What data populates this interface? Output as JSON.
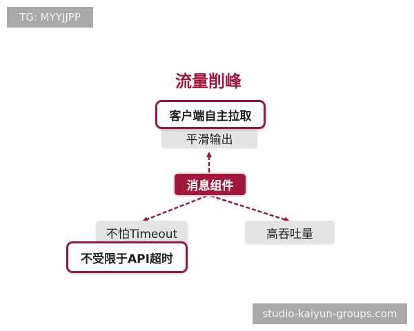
{
  "watermarks": {
    "top_left": "TG: MYYJJPP",
    "bottom_right": "studio-kaiyun-groups.com"
  },
  "diagram": {
    "title": "流量削峰",
    "top_box": {
      "label": "客户端自主拉取",
      "sublabel": "平滑输出"
    },
    "center_node": "消息组件",
    "left_branch": {
      "label": "不怕Timeout",
      "highlight": "不受限于API超时"
    },
    "right_branch": {
      "label": "高吞吐量"
    }
  },
  "colors": {
    "accent": "#a0183c",
    "accent_dark": "#8c1d3c",
    "gray_box": "#e4e4e4",
    "watermark_bg": "#a9a9a9"
  }
}
